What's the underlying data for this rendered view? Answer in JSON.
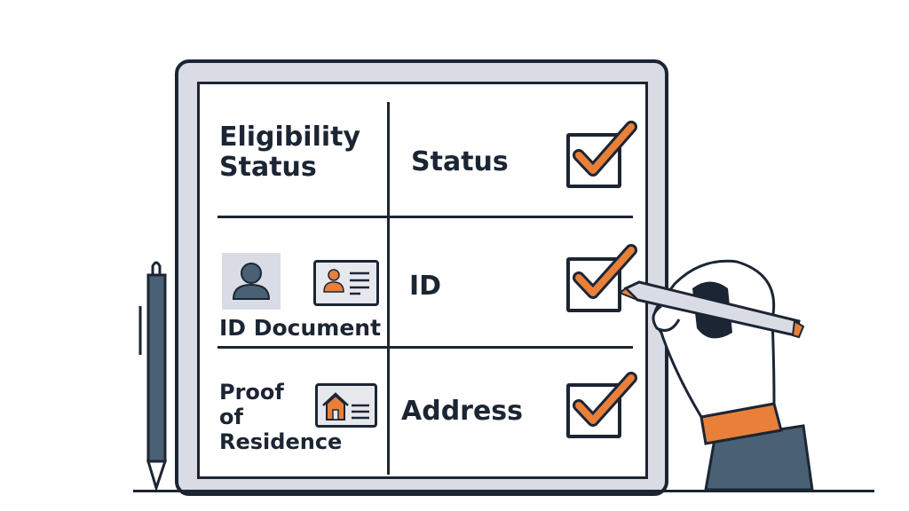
{
  "rows": [
    {
      "label_line1": "Eligibility",
      "label_line2": "Status",
      "value": "Status",
      "checked": true
    },
    {
      "label": "ID Document",
      "value": "ID",
      "checked": true
    },
    {
      "label_line1": "Proof",
      "label_line2": "of",
      "label_line3": "Residence",
      "value": "Address",
      "checked": true
    }
  ],
  "colors": {
    "accent": "#e8803a",
    "ink": "#1c2533",
    "bezel": "#d9dce4",
    "pen": "#4a6075"
  }
}
